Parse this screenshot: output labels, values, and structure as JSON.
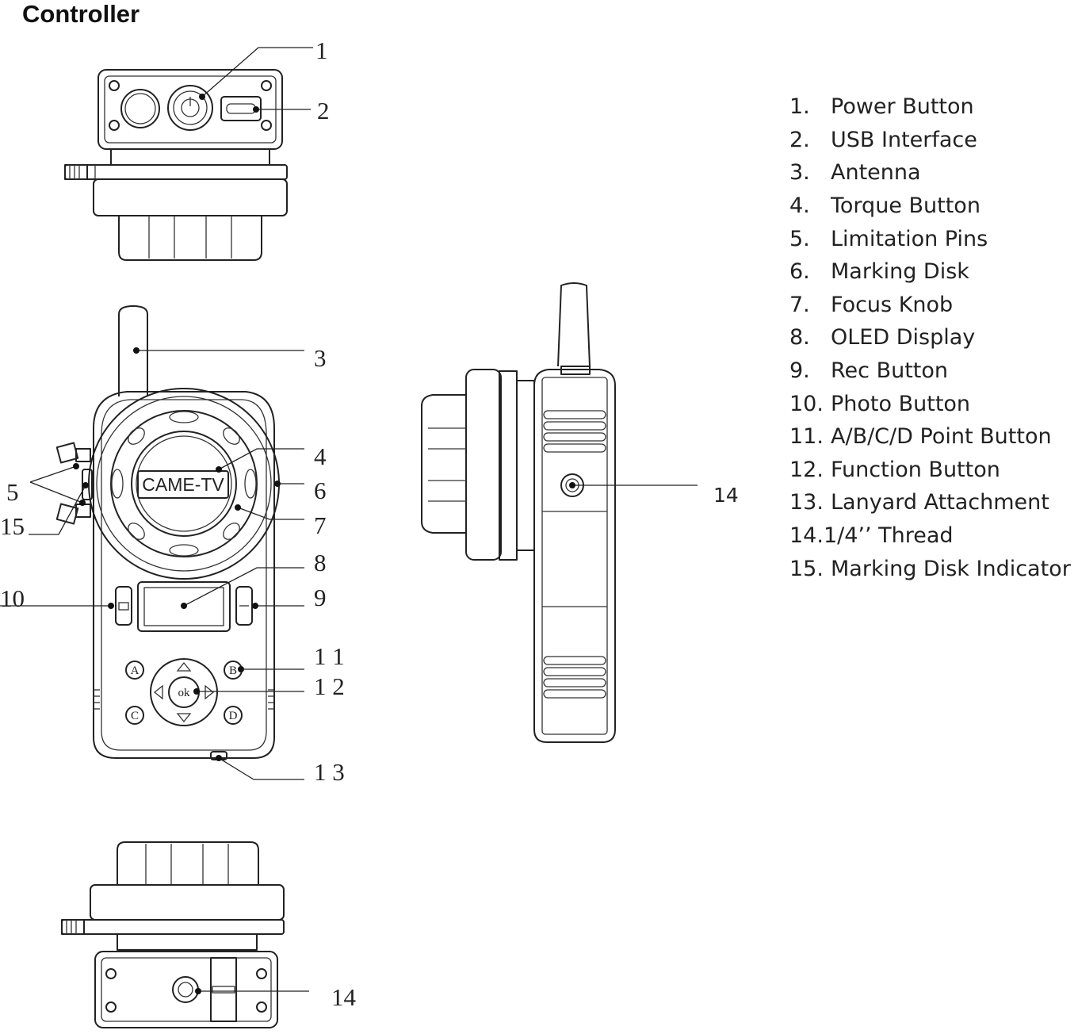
{
  "title": "Controller",
  "brand_logo": "CAME-TV",
  "ok_label": "ok",
  "abcd_buttons": [
    "A",
    "B",
    "C",
    "D"
  ],
  "callouts": [
    {
      "id": "1",
      "text": "1"
    },
    {
      "id": "2",
      "text": "2"
    },
    {
      "id": "3",
      "text": "3"
    },
    {
      "id": "4",
      "text": "4"
    },
    {
      "id": "5",
      "text": "5"
    },
    {
      "id": "6",
      "text": "6"
    },
    {
      "id": "7",
      "text": "7"
    },
    {
      "id": "8",
      "text": "8"
    },
    {
      "id": "9",
      "text": "9"
    },
    {
      "id": "10",
      "text": "10"
    },
    {
      "id": "11",
      "text": "1 1"
    },
    {
      "id": "12",
      "text": "1 2"
    },
    {
      "id": "13",
      "text": "1 3"
    },
    {
      "id": "14a",
      "text": "14"
    },
    {
      "id": "14b",
      "text": "14"
    },
    {
      "id": "15",
      "text": "15"
    }
  ],
  "legend": [
    {
      "num": "1.",
      "label": "Power Button"
    },
    {
      "num": "2.",
      "label": "USB Interface"
    },
    {
      "num": "3.",
      "label": "Antenna"
    },
    {
      "num": "4.",
      "label": "Torque Button"
    },
    {
      "num": "5.",
      "label": "Limitation Pins"
    },
    {
      "num": "6.",
      "label": "Marking Disk"
    },
    {
      "num": "7.",
      "label": "Focus Knob"
    },
    {
      "num": "8.",
      "label": "OLED Display"
    },
    {
      "num": "9.",
      "label": "Rec Button"
    },
    {
      "num": "10.",
      "label": "Photo Button"
    },
    {
      "num": "11.",
      "label": "A/B/C/D Point Button"
    },
    {
      "num": "12.",
      "label": "Function Button"
    },
    {
      "num": "13.",
      "label": "Lanyard Attachment"
    },
    {
      "num": "14.",
      "label": "1/4’’ Thread"
    },
    {
      "num": "15.",
      "label": "Marking Disk Indicator"
    }
  ]
}
